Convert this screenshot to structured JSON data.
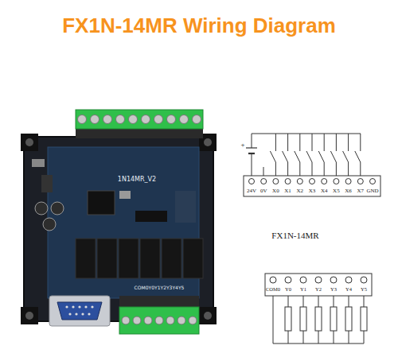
{
  "diagram": {
    "title": "FX1N-14MR Wiring Diagram",
    "labels": [
      "+",
      "24V",
      "0V",
      "X0",
      "X1",
      "X2",
      "X3",
      "X4",
      "X5",
      "X6",
      "X7",
      "GND",
      "FX1N-14MR",
      "COM0",
      "Y0",
      "Y1",
      "Y2",
      "Y3",
      "Y4",
      "Y5",
      "1N14MR_V2",
      "COM0Y0Y1Y2Y3Y4Y5"
    ]
  }
}
